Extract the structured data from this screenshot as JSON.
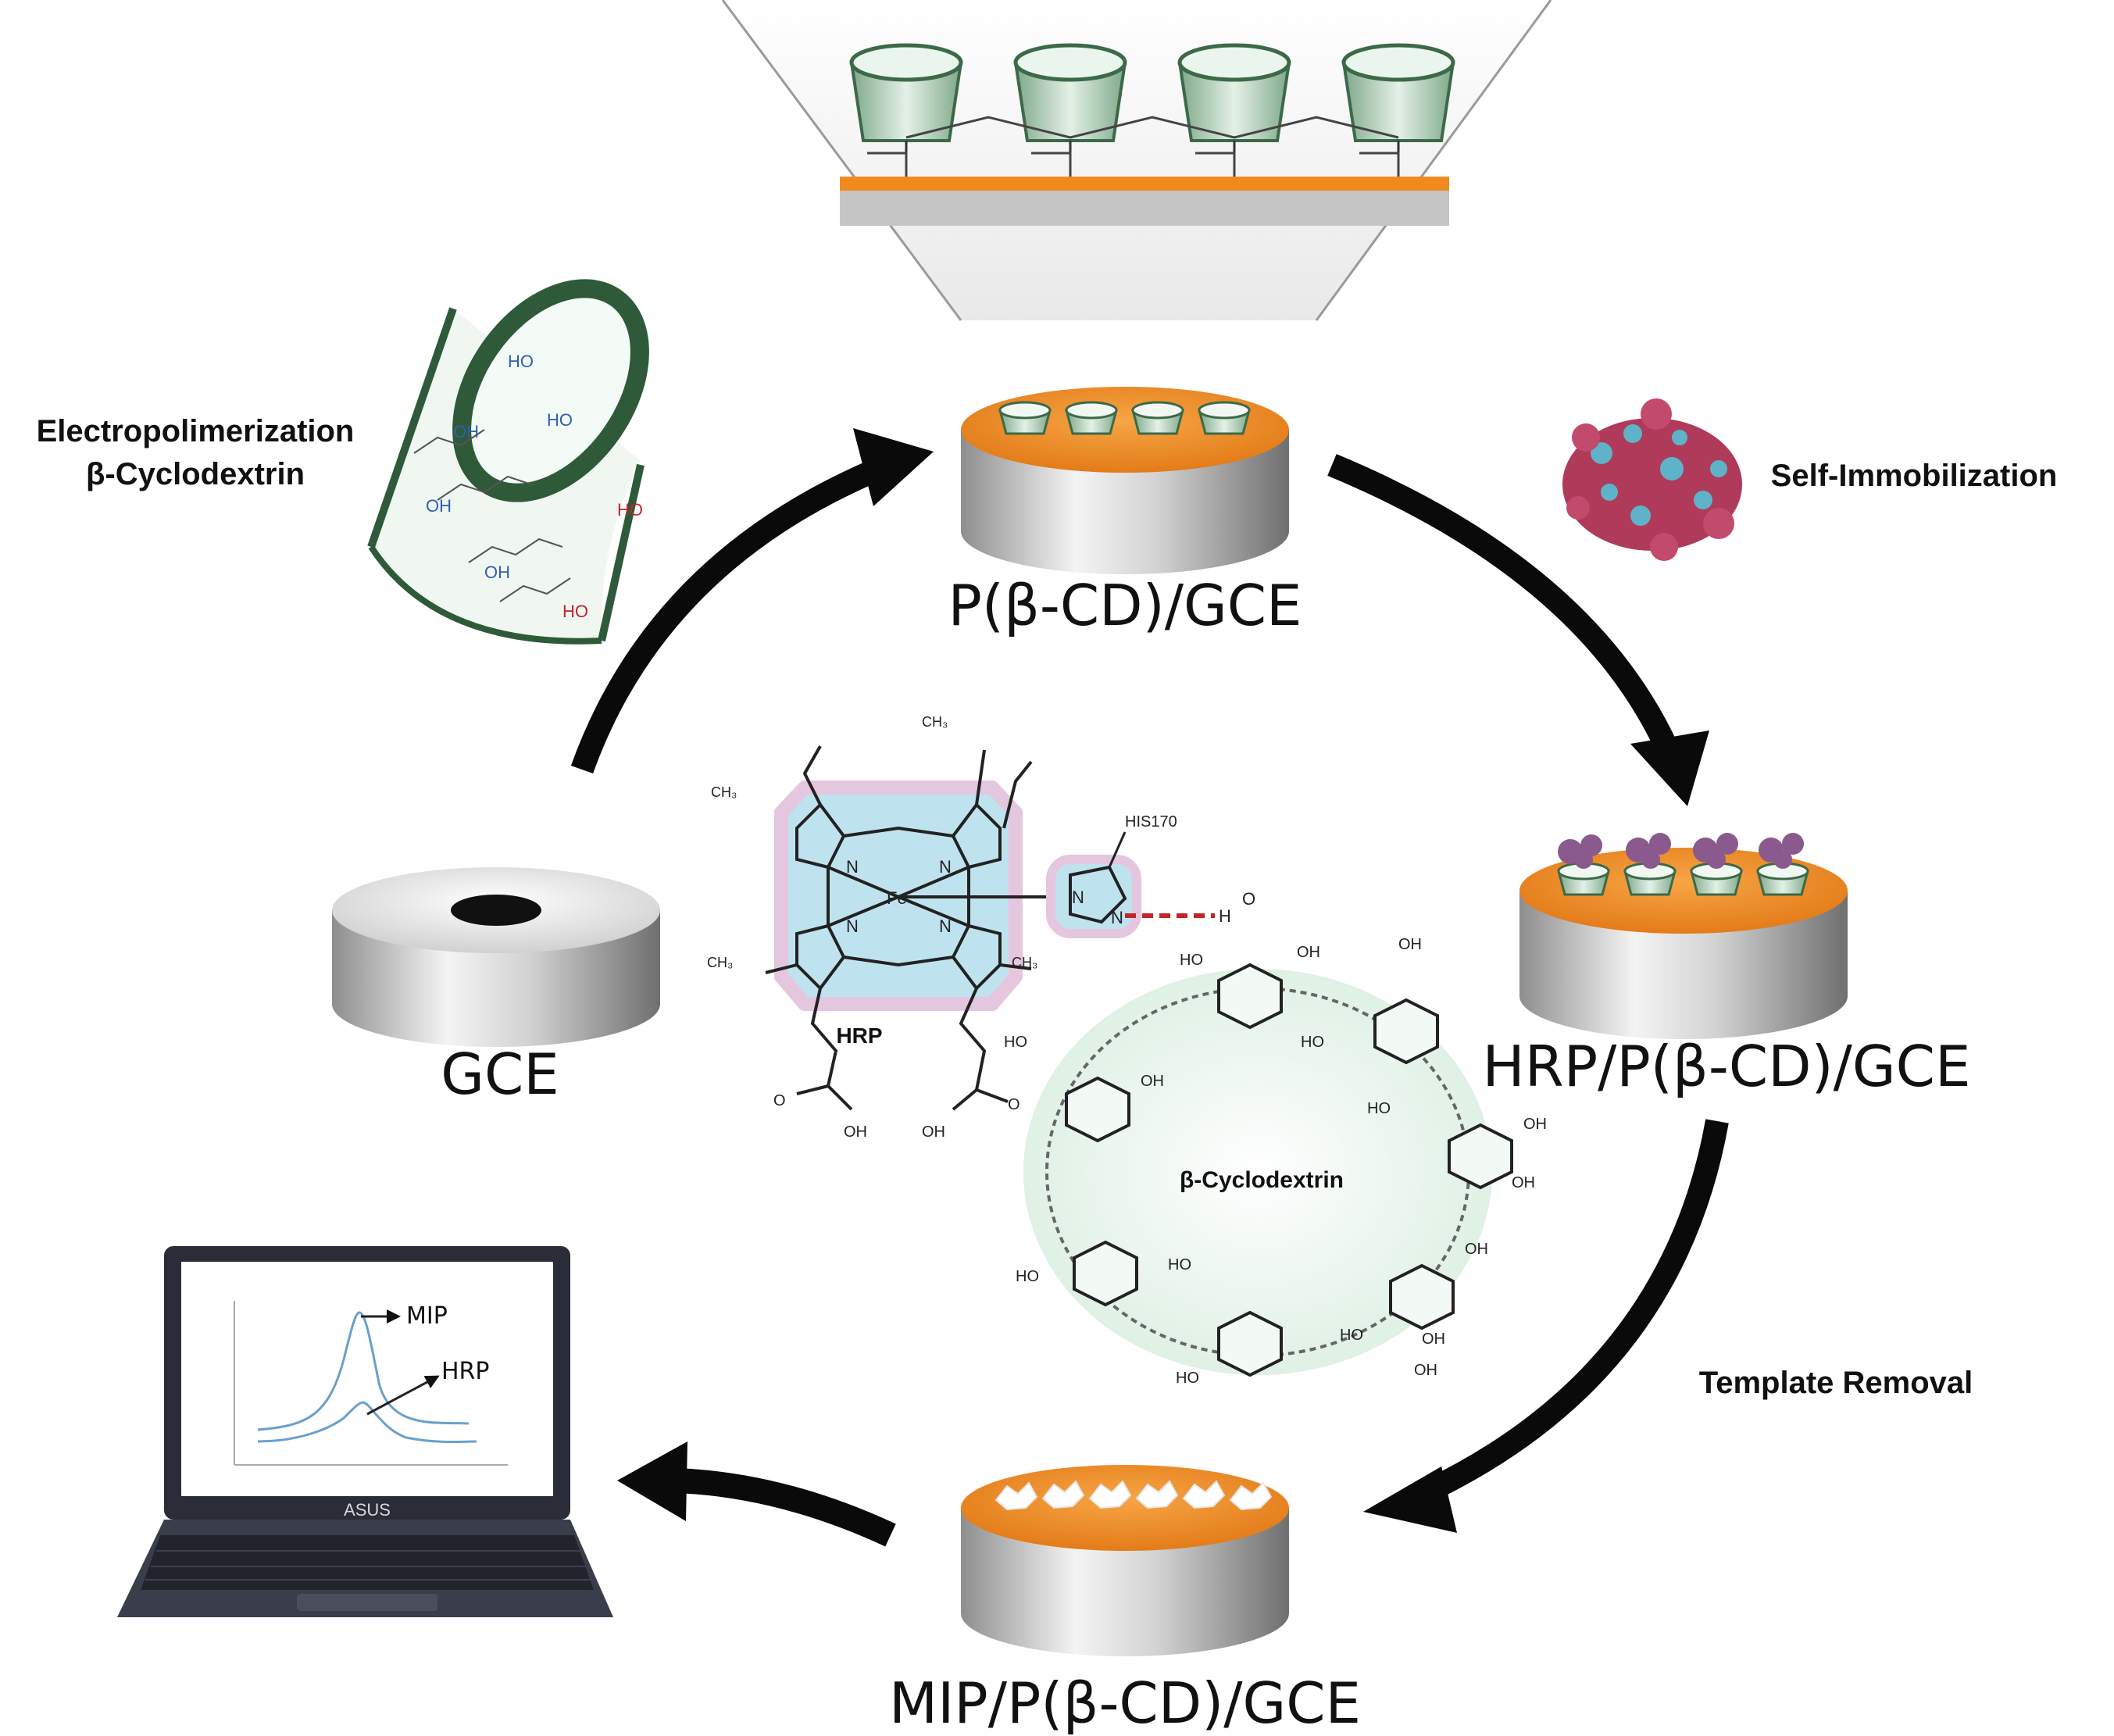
{
  "labels": {
    "electropolimerization": "Electropolimerization",
    "beta_cyclodextrin_step": "β-Cyclodextrin",
    "self_immobilization": "Self-Immobilization",
    "template_removal": "Template Removal",
    "gce": "GCE",
    "pcd_gce": "P(β-CD)/GCE",
    "hrp_pcd_gce": "HRP/P(β-CD)/GCE",
    "mip_pcd_gce": "MIP/P(β-CD)/GCE"
  },
  "molecule": {
    "hrp": "HRP",
    "his": "HIS170",
    "fe": "Fe",
    "n": "N",
    "ch3": "CH₃",
    "oh": "OH",
    "o": "O",
    "ho": "HO",
    "h": "H",
    "cd_name": "β-Cyclodextrin"
  },
  "laptop": {
    "brand": "ASUS",
    "curve_labels": {
      "mip": "MIP",
      "hrp": "HRP"
    }
  },
  "colors": {
    "electrode_gold": "#f08a1f",
    "arrow": "#0a0a0a",
    "cd_green": "#2e5a3a",
    "porphyrin": "#bfe3ee"
  }
}
